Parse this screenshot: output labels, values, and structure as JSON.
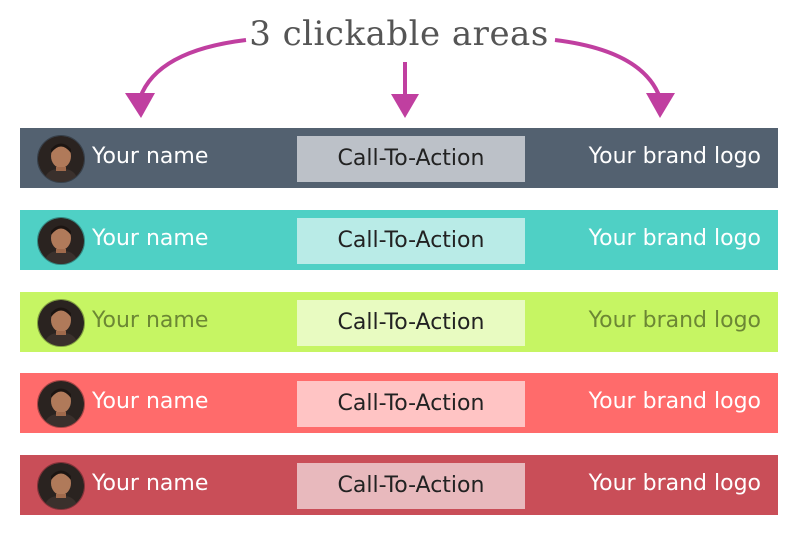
{
  "headline": "3 clickable areas",
  "colors": {
    "arrow": "#c03fa0"
  },
  "bars": [
    {
      "name": "Your name",
      "cta": "Call-To-Action",
      "brand": "Your brand logo",
      "bg": "#536170",
      "cta_bg": "#bcc1c8",
      "text_color": "#ffffff"
    },
    {
      "name": "Your name",
      "cta": "Call-To-Action",
      "brand": "Your brand logo",
      "bg": "#4fd0c5",
      "cta_bg": "#b9ebe7",
      "text_color": "#ffffff"
    },
    {
      "name": "Your name",
      "cta": "Call-To-Action",
      "brand": "Your brand logo",
      "bg": "#c6f563",
      "cta_bg": "#e8fbc1",
      "text_color": "#6c8734"
    },
    {
      "name": "Your name",
      "cta": "Call-To-Action",
      "brand": "Your brand logo",
      "bg": "#ff6b6b",
      "cta_bg": "#ffc4c4",
      "text_color": "#ffffff"
    },
    {
      "name": "Your name",
      "cta": "Call-To-Action",
      "brand": "Your brand logo",
      "bg": "#c94e58",
      "cta_bg": "#e8b9bd",
      "text_color": "#ffffff"
    }
  ]
}
